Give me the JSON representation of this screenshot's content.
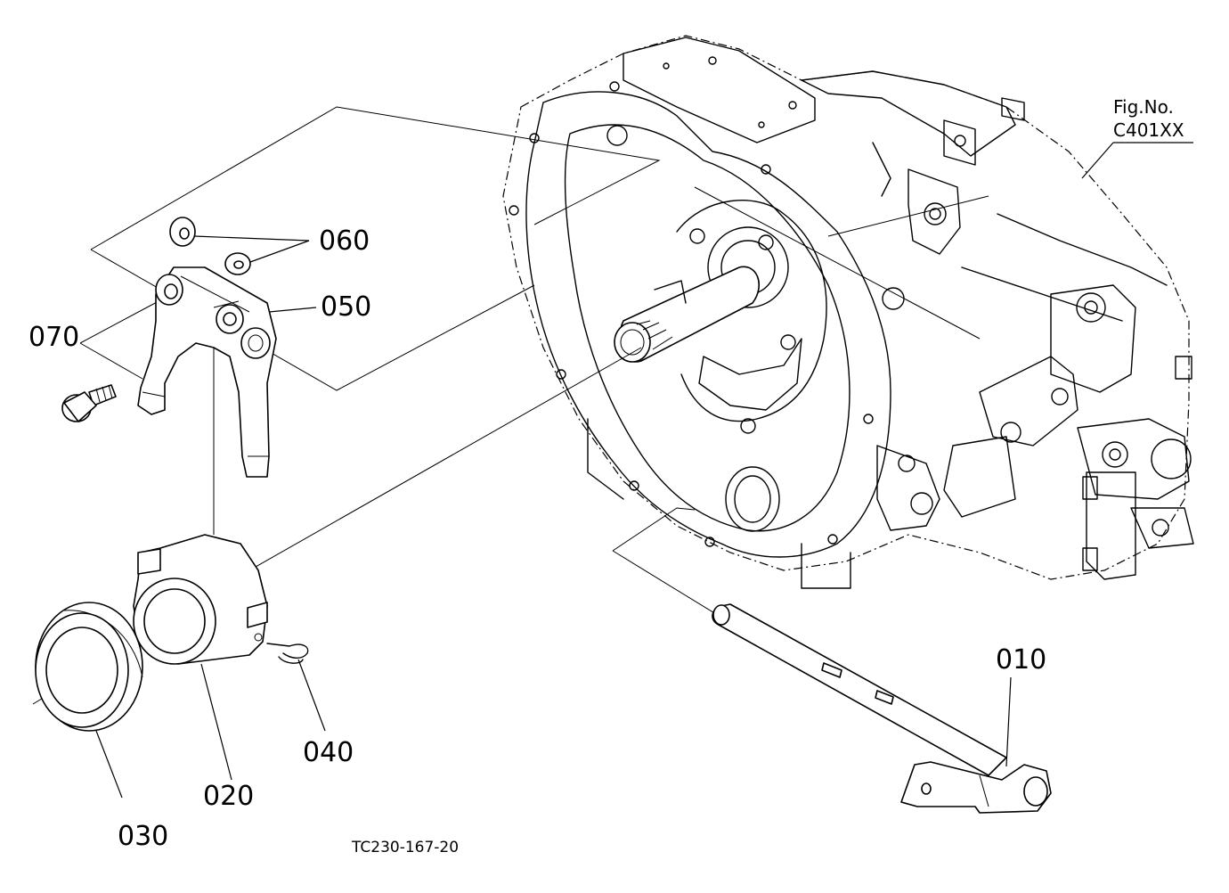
{
  "figure": {
    "fig_label": "Fig.No.",
    "fig_number": "C401XX",
    "drawing_code": "TC230-167-20"
  },
  "callouts": {
    "p010": "010",
    "p020": "020",
    "p030": "030",
    "p040": "040",
    "p050": "050",
    "p060": "060",
    "p070": "070"
  }
}
